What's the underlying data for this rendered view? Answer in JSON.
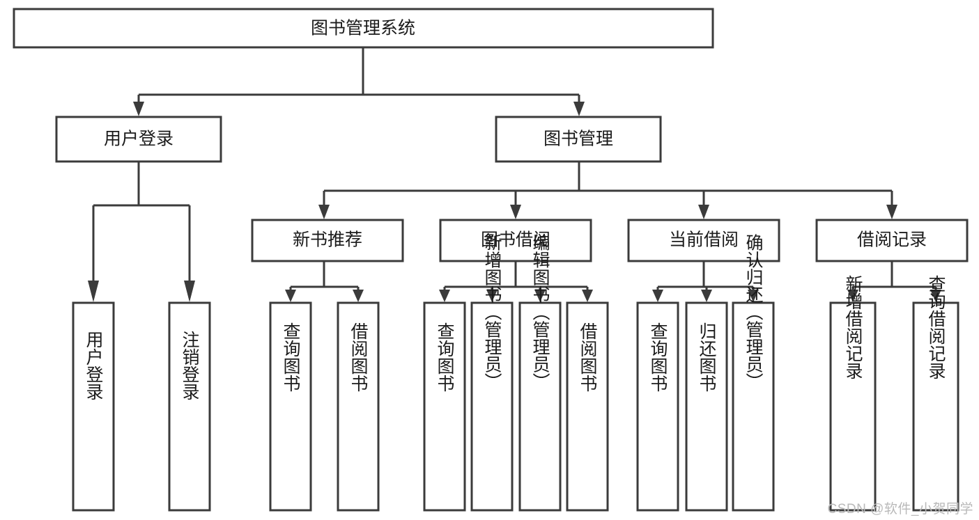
{
  "diagram": {
    "title": "图书管理系统",
    "type": "hierarchy-tree",
    "watermark": "CSDN @软件_小贺同学",
    "colors": {
      "stroke": "#3b3b3b",
      "fill": "#ffffff",
      "text": "#1b1b1b",
      "watermark": "#b9b9b9"
    },
    "levels": {
      "root": {
        "label": "图书管理系统"
      },
      "level2": [
        {
          "label": "用户登录"
        },
        {
          "label": "图书管理"
        }
      ],
      "level3": [
        {
          "label": "新书推荐"
        },
        {
          "label": "图书借阅"
        },
        {
          "label": "当前借阅"
        },
        {
          "label": "借阅记录"
        }
      ],
      "level4": [
        {
          "label": "用户登录",
          "parent": "用户登录"
        },
        {
          "label": "注销登录",
          "parent": "用户登录"
        },
        {
          "label": "查询图书",
          "parent": "新书推荐"
        },
        {
          "label": "借阅图书",
          "parent": "新书推荐"
        },
        {
          "label": "查询图书",
          "parent": "图书借阅"
        },
        {
          "label": "新增图书（管理员）",
          "parent": "图书借阅"
        },
        {
          "label": "编辑图书（管理员）",
          "parent": "图书借阅"
        },
        {
          "label": "借阅图书",
          "parent": "图书借阅"
        },
        {
          "label": "查询图书",
          "parent": "当前借阅"
        },
        {
          "label": "归还图书",
          "parent": "当前借阅"
        },
        {
          "label": "确认归还（管理员）",
          "parent": "当前借阅"
        },
        {
          "label": "新增借阅记录",
          "parent": "借阅记录"
        },
        {
          "label": "查询借阅记录",
          "parent": "借阅记录"
        }
      ]
    }
  }
}
